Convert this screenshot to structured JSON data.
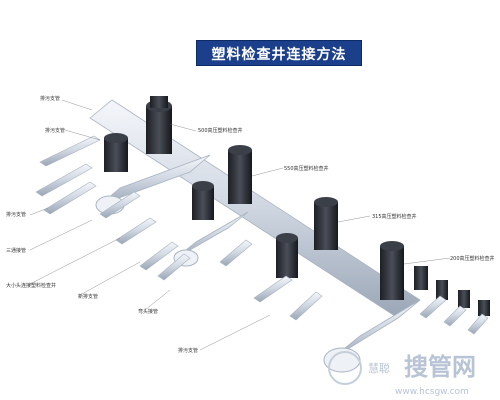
{
  "title": "塑料检查井连接方法",
  "labels": {
    "lateral_pipe": "排污支管",
    "inspection_500": "500高压塑料检查井",
    "inspection_550": "550高压塑料检查井",
    "inspection_315": "315高压塑料检查井",
    "inspection_200": "200高压塑料检查井",
    "branch_pipe_a": "排污支管",
    "tee_a": "三通接管",
    "cross_inlet": "大小头连接塑料检查井",
    "new_pipe": "新排支管",
    "main_pipe_note": "排污支管",
    "elbow_note": "弯头接管"
  },
  "watermark": {
    "brand": "慧聪",
    "site_cn": "搜管网",
    "url": "www.hcsgw.com"
  },
  "colors": {
    "pipe": "#d7dde6",
    "pipe_edge": "#a8b3c2",
    "shaft": "#2c2f36",
    "accent": "#1b3f8a"
  }
}
